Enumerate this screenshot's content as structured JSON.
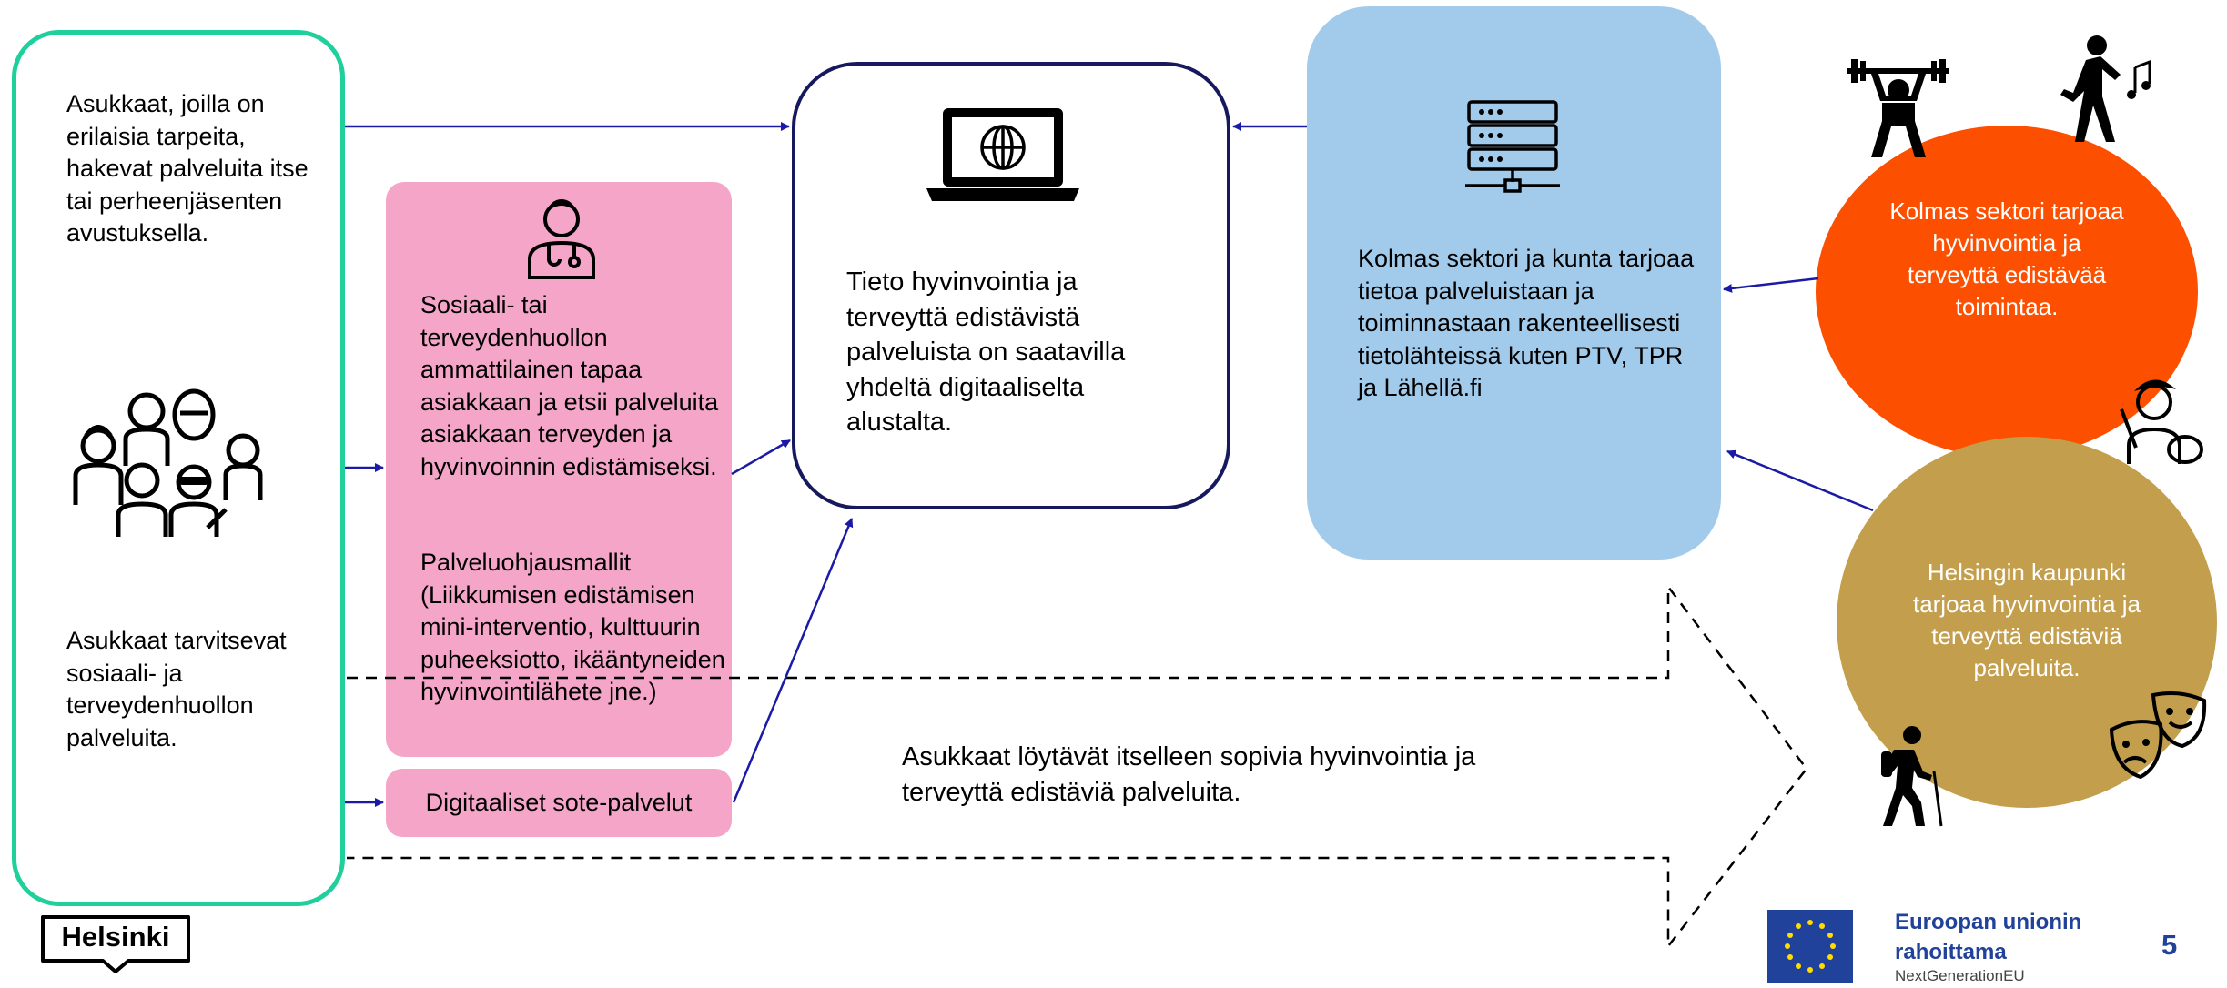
{
  "colors": {
    "left_border": "#1fcf9c",
    "pink": "#f4a5c8",
    "center_border": "#17195e",
    "blue": "#a2cbeb",
    "orange": "#fd4f00",
    "gold": "#c39f4d",
    "arrow": "#1a1aa6",
    "eu_blue": "#21429b"
  },
  "left": {
    "top_text": "Asukkaat, joilla on erilaisia tarpeita, hakevat palveluita itse tai perheenjäsenten avustuksella.",
    "bottom_text": "Asukkaat tarvitsevat sosiaali- ja terveydenhuollon palveluita."
  },
  "pink": {
    "professional_text": "Sosiaali- tai terveydenhuollon ammattilainen tapaa asiakkaan ja etsii palveluita asiakkaan terveyden ja hyvinvoinnin edistämiseksi.",
    "models_text": "Palveluohjausmallit (Liikkumisen edistämisen mini-interventio, kulttuurin puheeksiotto, ikääntyneiden hyvinvointilähete jne.)",
    "digital_label": "Digitaaliset sote-palvelut"
  },
  "center": {
    "text": "Tieto hyvinvointia ja terveyttä edistävistä palveluista on saatavilla yhdeltä digitaaliselta alustalta."
  },
  "blue": {
    "text": "Kolmas sektori ja kunta tarjoaa tietoa palveluistaan ja toiminnastaan rakenteellisesti tietolähteissä kuten PTV, TPR ja Lähellä.fi"
  },
  "orange_circle": {
    "text": "Kolmas sektori tarjoaa hyvinvointia ja terveyttä edistävää toimintaa."
  },
  "gold_circle": {
    "text": "Helsingin kaupunki tarjoaa hyvinvointia ja terveyttä edistäviä palveluita."
  },
  "outcome": {
    "text": "Asukkaat löytävät itselleen sopivia hyvinvointia ja terveyttä edistäviä palveluita."
  },
  "footer": {
    "logo": "Helsinki",
    "eu_line1": "Euroopan unionin",
    "eu_line2": "rahoittama",
    "eu_sub": "NextGenerationEU",
    "page_number": "5"
  },
  "icons": [
    "people-group-icon",
    "doctor-icon",
    "laptop-globe-icon",
    "server-icon",
    "weightlifter-icon",
    "dancer-icon",
    "painter-icon",
    "hiker-icon",
    "theater-masks-icon"
  ]
}
